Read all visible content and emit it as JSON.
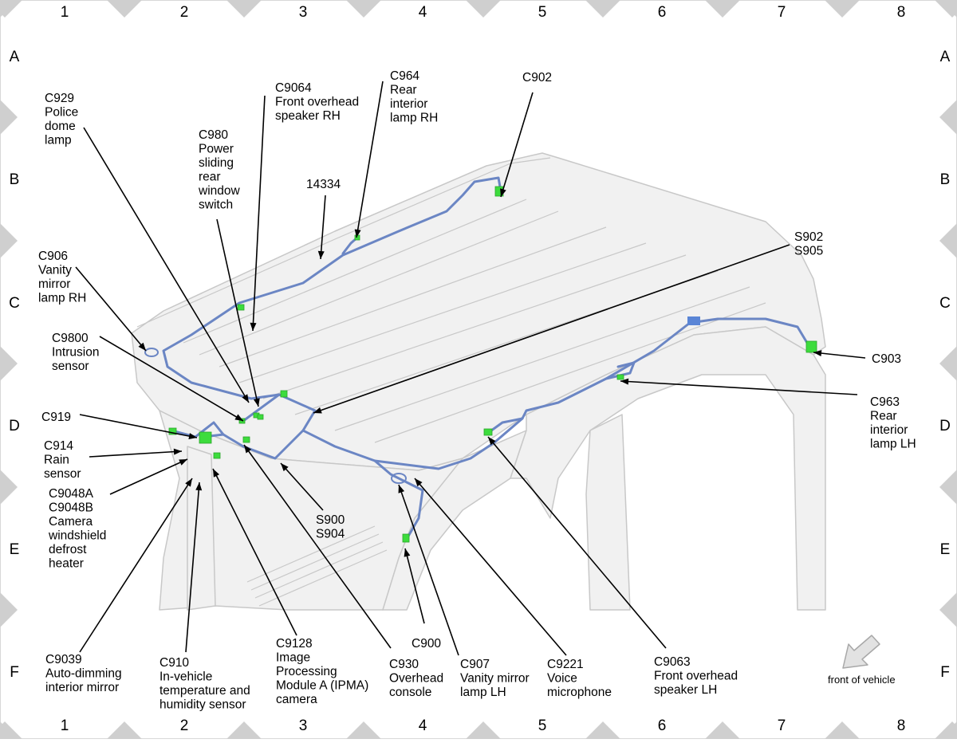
{
  "grid": {
    "columns": [
      "1",
      "2",
      "3",
      "4",
      "5",
      "6",
      "7",
      "8"
    ],
    "rows": [
      "A",
      "B",
      "C",
      "D",
      "E",
      "F"
    ]
  },
  "labels": {
    "c929": [
      "C929",
      "Police",
      "dome",
      "lamp"
    ],
    "c9064": [
      "C9064",
      "Front overhead",
      "speaker RH"
    ],
    "c964": [
      "C964",
      "Rear",
      "interior",
      "lamp RH"
    ],
    "c902": [
      "C902"
    ],
    "c980": [
      "C980",
      "Power",
      "sliding",
      "rear",
      "window",
      "switch"
    ],
    "n14334": [
      "14334"
    ],
    "s902": [
      "S902",
      "S905"
    ],
    "c906": [
      "C906",
      "Vanity",
      "mirror",
      "lamp RH"
    ],
    "c9800": [
      "C9800",
      "Intrusion",
      "sensor"
    ],
    "c903": [
      "C903"
    ],
    "c963": [
      "C963",
      "Rear",
      "interior",
      "lamp LH"
    ],
    "c919": [
      "C919"
    ],
    "c914": [
      "C914",
      "Rain",
      "sensor"
    ],
    "c9048": [
      "C9048A",
      "C9048B",
      "Camera",
      "windshield",
      "defrost",
      "heater"
    ],
    "s900": [
      "S900",
      "S904"
    ],
    "c900": [
      "C900"
    ],
    "c9039": [
      "C9039",
      "Auto-dimming",
      "interior mirror"
    ],
    "c910": [
      "C910",
      "In-vehicle",
      "temperature and",
      "humidity sensor"
    ],
    "c9128": [
      "C9128",
      "Image",
      "Processing",
      "Module A (IPMA)",
      "camera"
    ],
    "c930": [
      "C930",
      "Overhead",
      "console"
    ],
    "c907": [
      "C907",
      "Vanity mirror",
      "lamp LH"
    ],
    "c9221": [
      "C9221",
      "Voice",
      "microphone"
    ],
    "c9063": [
      "C9063",
      "Front overhead",
      "speaker LH"
    ]
  },
  "front_label": "front of vehicle",
  "colors": {
    "harness": "#6b86c4",
    "connector": "#3ddc3d",
    "body_fill": "#f1f1f1",
    "body_line": "#c8c8c8",
    "diamond": "#cfcfcf"
  }
}
